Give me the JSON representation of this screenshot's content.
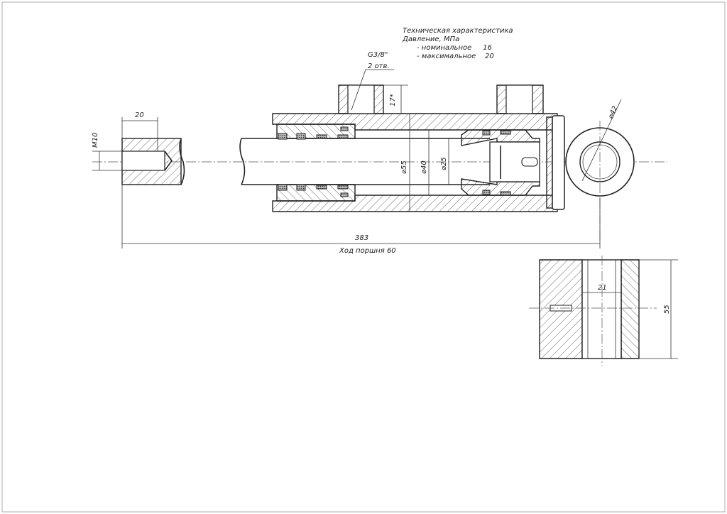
{
  "tech_spec": {
    "title": "Техническая характеристика",
    "pressure_label": "Давление, МПа",
    "nominal": "- номинальное     16",
    "maximal": "- максимальное    20"
  },
  "annotations": {
    "port_thread": "G3/8\"",
    "port_count": "2 отв.",
    "port_height": "17*",
    "rod_thread_length": "20",
    "rod_thread": "M10",
    "dia_bore_outer": "⌀55",
    "dia_bore": "⌀40",
    "dia_rod": "⌀25",
    "dia_eye": "⌀42",
    "total_length": "383",
    "stroke": "Ход поршня 60",
    "eye_width_inner": "21",
    "eye_width": "55"
  }
}
